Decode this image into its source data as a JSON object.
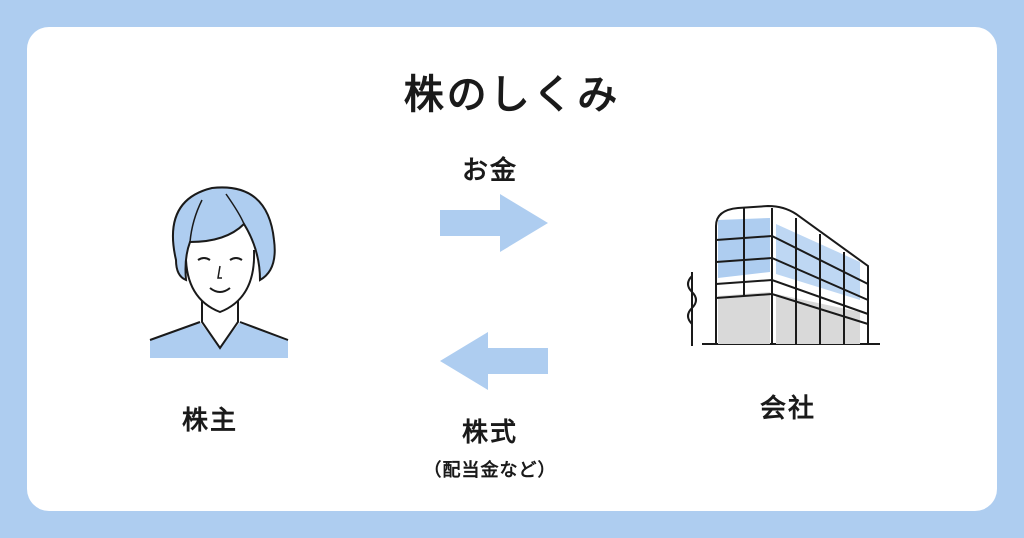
{
  "title": "株のしくみ",
  "money_label": "お金",
  "holder_label": "株主",
  "company_label": "会社",
  "stock_label": "株式",
  "stock_note": "（配当金など）",
  "colors": {
    "background": "#aecdf0",
    "card": "#ffffff",
    "accent_blue": "#aecdf0",
    "line": "#1a1a1a",
    "building_gray": "#d9d9d9"
  },
  "icons": {
    "holder": "person-icon",
    "company": "office-building-icon",
    "to_company": "arrow-right-icon",
    "to_holder": "arrow-left-icon"
  }
}
